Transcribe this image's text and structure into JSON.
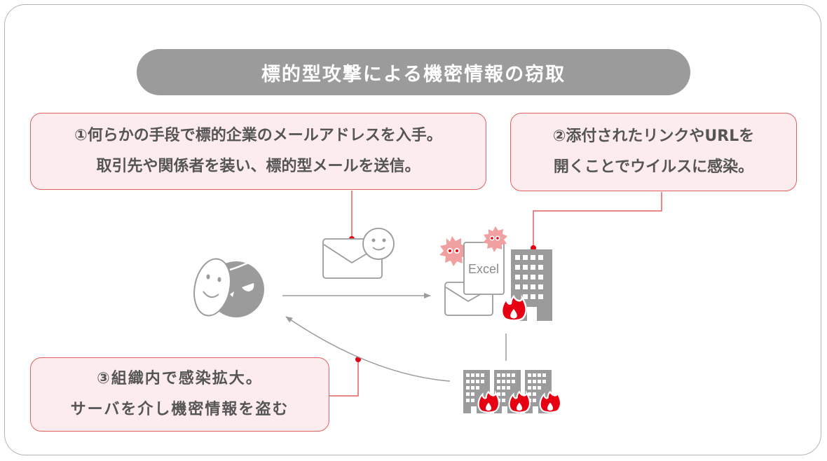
{
  "title": "標的型攻撃による機密情報の窃取",
  "steps": [
    {
      "lines": [
        "①何らかの手段で標的企業のメールアドレスを入手。",
        "取引先や関係者を装い、標的型メールを送信。"
      ]
    },
    {
      "lines": [
        "②添付されたリンクやURLを",
        "開くことでウイルスに感染。"
      ]
    },
    {
      "lines": [
        "③組織内で感染拡大。",
        "サーバを介し機密情報を盗む"
      ]
    }
  ],
  "attachment_label": "Excel",
  "icons": {
    "attacker": "masked-attacker-icon",
    "email": "smiley-email-icon",
    "infected_attachment": "virus-excel-attachment-icon",
    "target_company": "burning-building-icon",
    "organization": "burning-buildings-group-icon"
  },
  "colors": {
    "accent_red": "#e60012",
    "callout_border": "#e06060",
    "callout_fill": "#fdeced",
    "gray": "#9b9b9b",
    "virus_pink": "#f0a0a0",
    "text": "#555555"
  }
}
